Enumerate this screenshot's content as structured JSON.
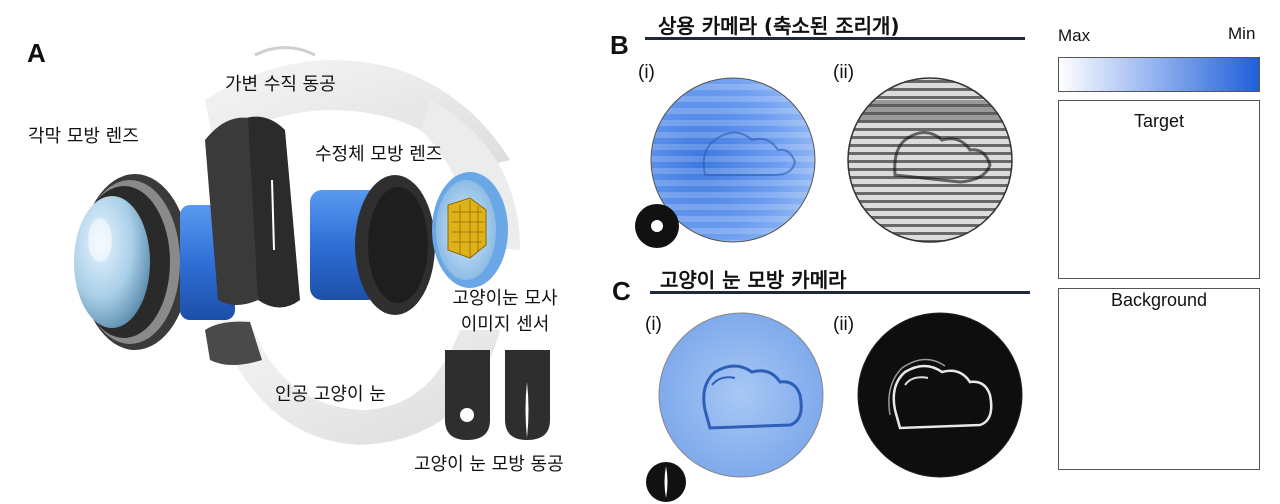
{
  "panel_a": {
    "letter": "A",
    "labels": {
      "variable_pupil": "가변 수직 동공",
      "cornea_lens": "각막 모방 렌즈",
      "crystalline_lens": "수정체 모방 렌즈",
      "sensor_line1": "고양이눈 모사",
      "sensor_line2": "이미지 센서",
      "artificial_eye": "인공 고양이 눈",
      "cat_pupil": "고양이 눈 모방 동공"
    }
  },
  "panel_b": {
    "letter": "B",
    "title": "상용 카메라 (축소된 조리개)",
    "sub_i": "(i)",
    "sub_ii": "(ii)"
  },
  "panel_c": {
    "letter": "C",
    "title": "고양이 눈 모방 카메라",
    "sub_i": "(i)",
    "sub_ii": "(ii)"
  },
  "scale": {
    "max_label": "Max",
    "min_label": "Min",
    "color_start": "#ffffff",
    "color_end": "#1f5fdc"
  },
  "legend": {
    "target_title": "Target",
    "background_title": "Background"
  },
  "colors": {
    "lens_blue": "#2f6fd6",
    "dark": "#2b2b2b",
    "rule": "#1e2a3a"
  }
}
